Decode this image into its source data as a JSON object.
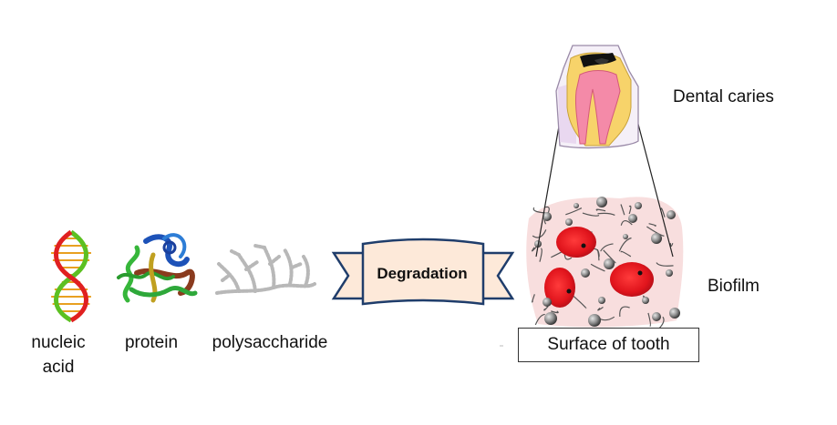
{
  "labels": {
    "nucleic_line1": "nucleic",
    "nucleic_line2": "acid",
    "protein": "protein",
    "polysaccharide": "polysaccharide",
    "degradation": "Degradation",
    "dental_caries": "Dental caries",
    "biofilm": "Biofilm",
    "surface_of_tooth": "Surface of tooth"
  },
  "colors": {
    "dna_red": "#e02020",
    "dna_green": "#5cc021",
    "banner_fill": "#fde9d9",
    "banner_edge": "#1f3d6b",
    "tooth_enamel": "#f5f0f8",
    "tooth_dentin": "#f7d36a",
    "tooth_pulp": "#f48aa8",
    "caries_black": "#111111",
    "bacteria_red": "#e8232a",
    "biofilm_pink": "#f6d3d3",
    "polysaccharide_grey": "#b8b8b8"
  }
}
